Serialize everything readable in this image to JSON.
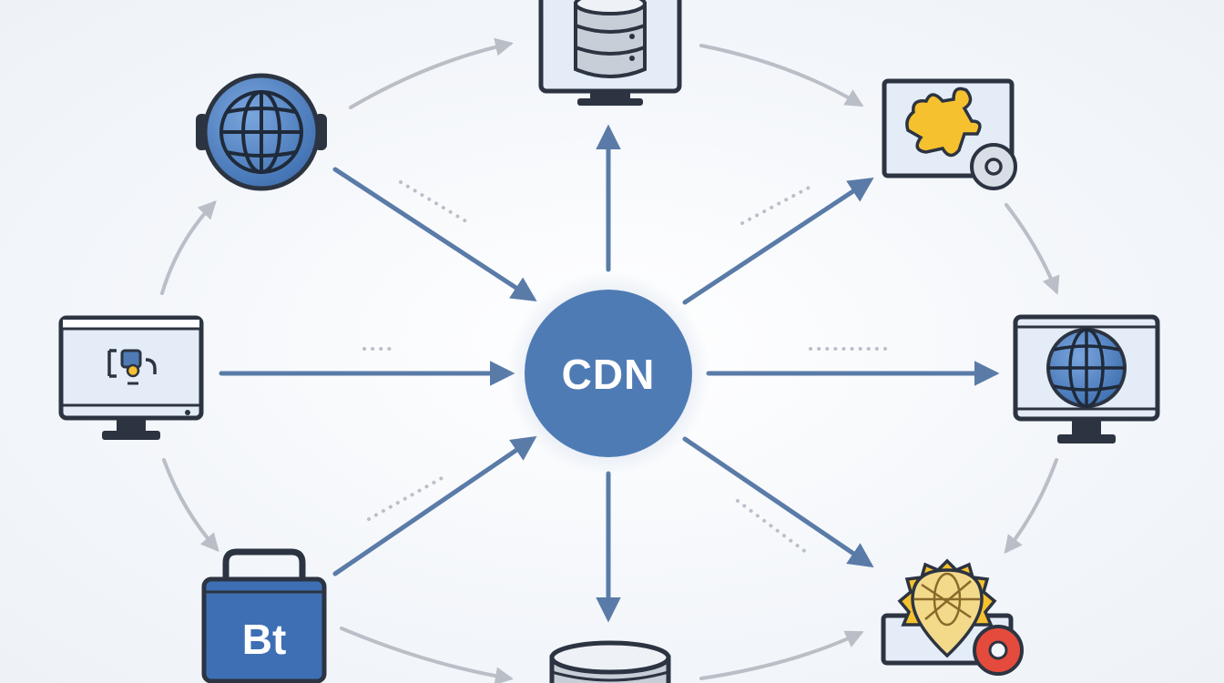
{
  "diagram": {
    "hub": {
      "label": "CDN"
    },
    "nodes": [
      {
        "id": "globe-headset",
        "icon": "globe-icon"
      },
      {
        "id": "database-monitor",
        "icon": "database-icon"
      },
      {
        "id": "puzzle-disc",
        "icon": "puzzle-icon"
      },
      {
        "id": "globe-monitor",
        "icon": "globe-icon"
      },
      {
        "id": "marker-globe-disc",
        "icon": "map-marker-icon"
      },
      {
        "id": "disk-cylinder",
        "icon": "disk-icon"
      },
      {
        "id": "bt-bag",
        "icon": "bag-icon",
        "label": "Bt"
      },
      {
        "id": "app-monitor",
        "icon": "monitor-icon"
      }
    ],
    "colors": {
      "primary_blue": "#4f7bb5",
      "arrow_blue": "#5a7ba8",
      "ring_gray": "#b9bec7",
      "accent_yellow": "#f5c12e",
      "accent_red": "#e54b3c",
      "outline": "#2c3442",
      "panel_fill": "#e3ecf7"
    }
  }
}
